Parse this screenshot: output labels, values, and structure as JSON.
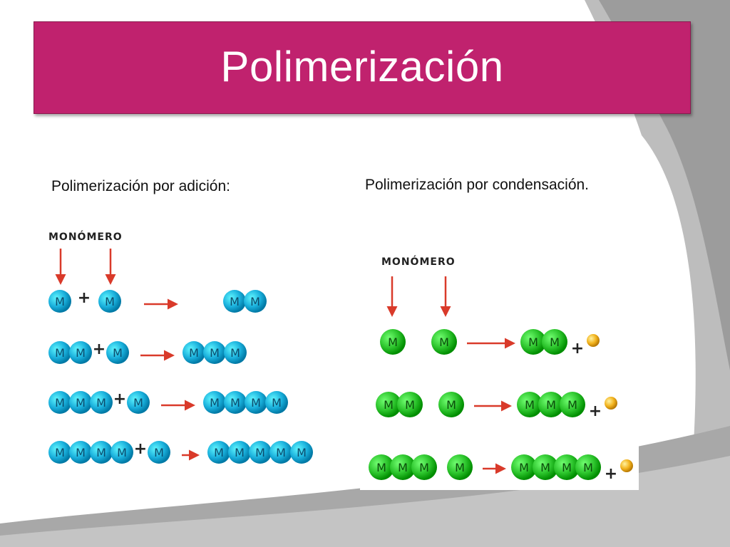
{
  "slide": {
    "title": "Polimerización",
    "left_caption": "Polimerización por adición:",
    "right_caption": "Polimerización por condensación."
  },
  "addition": {
    "label": "MONÓMERO",
    "monomer_letter": "M",
    "plus": "+",
    "reactions": [
      {
        "left_chain": 1,
        "right_chain": 1,
        "product": 2
      },
      {
        "left_chain": 2,
        "right_chain": 1,
        "product": 3
      },
      {
        "left_chain": 3,
        "right_chain": 1,
        "product": 4
      },
      {
        "left_chain": 4,
        "right_chain": 1,
        "product": 5
      }
    ]
  },
  "condensation": {
    "label": "MONÓMERO",
    "monomer_letter": "M",
    "plus": "+",
    "reactions": [
      {
        "left_chain": 1,
        "right_chain": 1,
        "product": 2,
        "byproduct": 1
      },
      {
        "left_chain": 2,
        "right_chain": 1,
        "product": 3,
        "byproduct": 1
      },
      {
        "left_chain": 3,
        "right_chain": 1,
        "product": 4,
        "byproduct": 1
      }
    ]
  },
  "colors": {
    "title_bg": "#c0226e",
    "addition_monomer": "#1ab0dc",
    "condensation_monomer": "#2cc42c",
    "byproduct": "#f2b21c",
    "arrow": "#d93a2a"
  }
}
